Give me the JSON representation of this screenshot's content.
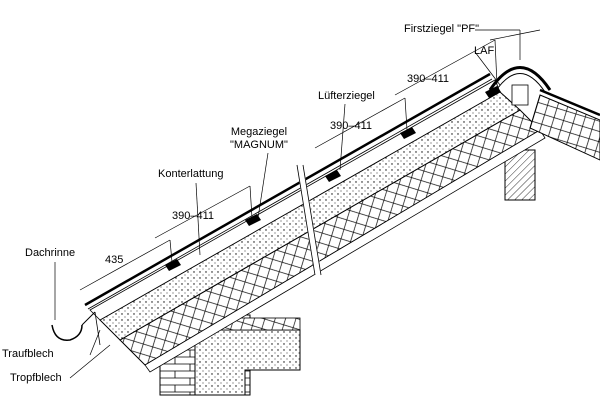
{
  "labels": {
    "firstziegel": "Firstziegel \"PF\"",
    "laf": "LAF",
    "luefterziegel": "Lüfterziegel",
    "megaziegel_line1": "Megaziegel",
    "megaziegel_line2": "\"MAGNUM\"",
    "konterlattung": "Konterlattung",
    "dachrinne": "Dachrinne",
    "traufblech": "Traufblech",
    "tropfblech": "Tropfblech"
  },
  "dimensions": {
    "ridge_span": "390–411",
    "upper_span": "390–411",
    "middle_span": "390–411",
    "eave_span": "435"
  }
}
